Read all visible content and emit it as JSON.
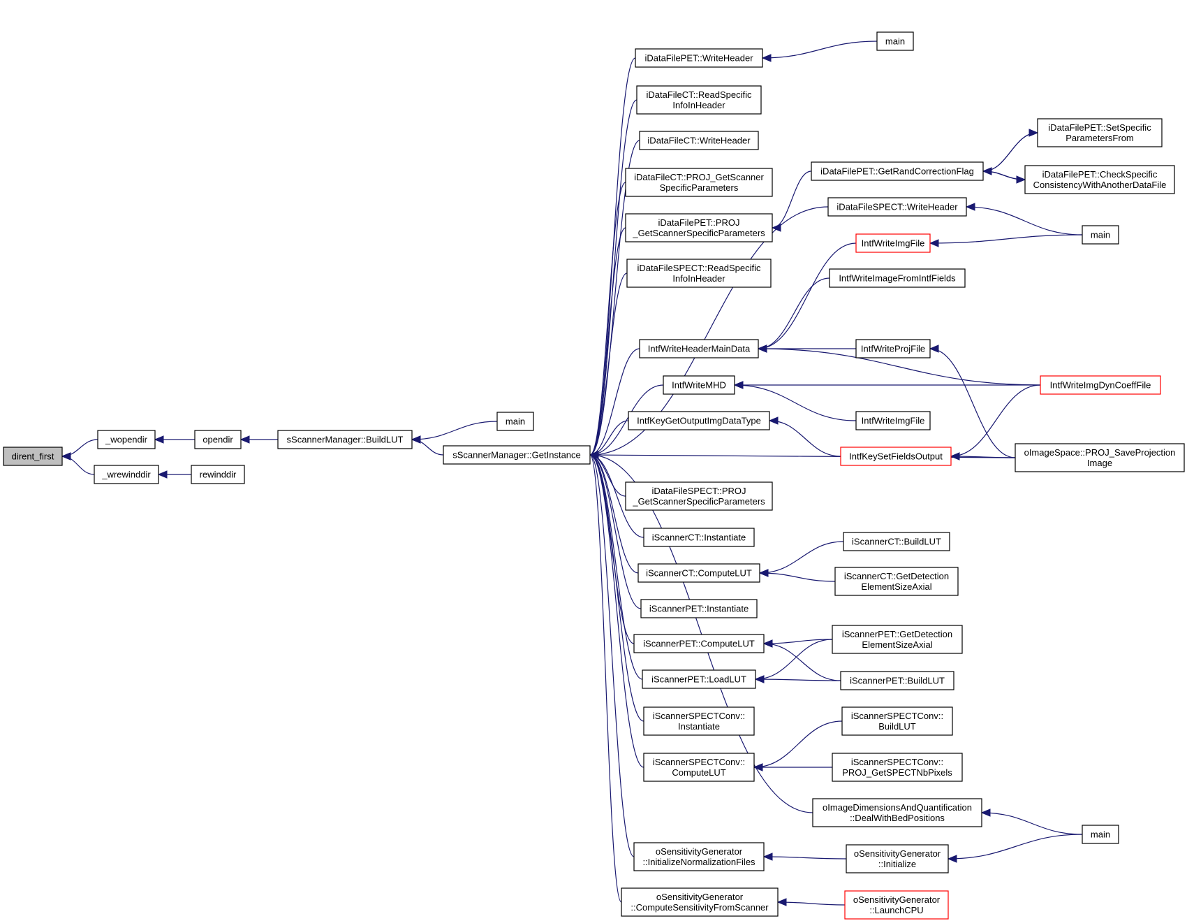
{
  "graph": {
    "colors": {
      "edge": "#191970",
      "node_border": "#000000",
      "truncated_border": "#ff0000",
      "root_fill": "#bfbfbf"
    },
    "nodes": [
      {
        "id": "dirent_first",
        "lines": [
          "dirent_first"
        ],
        "root": true
      },
      {
        "id": "wopendir",
        "lines": [
          "_wopendir"
        ]
      },
      {
        "id": "wrewinddir",
        "lines": [
          "_wrewinddir"
        ]
      },
      {
        "id": "opendir",
        "lines": [
          "opendir"
        ]
      },
      {
        "id": "rewinddir",
        "lines": [
          "rewinddir"
        ]
      },
      {
        "id": "buildlut",
        "lines": [
          "sScannerManager::BuildLUT"
        ]
      },
      {
        "id": "main_top",
        "lines": [
          "main"
        ]
      },
      {
        "id": "getinstance",
        "lines": [
          "sScannerManager::GetInstance"
        ]
      },
      {
        "id": "pet_writeheader",
        "lines": [
          "iDataFilePET::WriteHeader"
        ]
      },
      {
        "id": "main_a",
        "lines": [
          "main"
        ]
      },
      {
        "id": "ct_readspecific",
        "lines": [
          "iDataFileCT::ReadSpecific",
          "InfoInHeader"
        ]
      },
      {
        "id": "ct_writeheader",
        "lines": [
          "iDataFileCT::WriteHeader"
        ]
      },
      {
        "id": "ct_proj",
        "lines": [
          "iDataFileCT::PROJ_GetScanner",
          "SpecificParameters"
        ]
      },
      {
        "id": "pet_proj",
        "lines": [
          "iDataFilePET::PROJ",
          "_GetScannerSpecificParameters"
        ]
      },
      {
        "id": "spect_readspecific",
        "lines": [
          "iDataFileSPECT::ReadSpecific",
          "InfoInHeader"
        ]
      },
      {
        "id": "intf_writeheadermain",
        "lines": [
          "IntfWriteHeaderMainData"
        ]
      },
      {
        "id": "intf_writemhd",
        "lines": [
          "IntfWriteMHD"
        ]
      },
      {
        "id": "intf_keygetoutput",
        "lines": [
          "IntfKeyGetOutputImgDataType"
        ]
      },
      {
        "id": "spect_proj",
        "lines": [
          "iDataFileSPECT::PROJ",
          "_GetScannerSpecificParameters"
        ]
      },
      {
        "id": "ct_instantiate",
        "lines": [
          "iScannerCT::Instantiate"
        ]
      },
      {
        "id": "ct_computelut",
        "lines": [
          "iScannerCT::ComputeLUT"
        ]
      },
      {
        "id": "pet_instantiate",
        "lines": [
          "iScannerPET::Instantiate"
        ]
      },
      {
        "id": "pet_computelut",
        "lines": [
          "iScannerPET::ComputeLUT"
        ]
      },
      {
        "id": "pet_loadlut",
        "lines": [
          "iScannerPET::LoadLUT"
        ]
      },
      {
        "id": "spectconv_instantiate",
        "lines": [
          "iScannerSPECTConv::",
          "Instantiate"
        ]
      },
      {
        "id": "spectconv_computelut",
        "lines": [
          "iScannerSPECTConv::",
          "ComputeLUT"
        ]
      },
      {
        "id": "sens_initnorm",
        "lines": [
          "oSensitivityGenerator",
          "::InitializeNormalizationFiles"
        ]
      },
      {
        "id": "sens_computescanner",
        "lines": [
          "oSensitivityGenerator",
          "::ComputeSensitivityFromScanner"
        ]
      },
      {
        "id": "pet_getrand",
        "lines": [
          "iDataFilePET::GetRandCorrectionFlag"
        ]
      },
      {
        "id": "pet_setspecific",
        "lines": [
          "iDataFilePET::SetSpecific",
          "ParametersFrom"
        ]
      },
      {
        "id": "pet_checkspecific",
        "lines": [
          "iDataFilePET::CheckSpecific",
          "ConsistencyWithAnotherDataFile"
        ]
      },
      {
        "id": "spect_writeheader",
        "lines": [
          "iDataFileSPECT::WriteHeader"
        ]
      },
      {
        "id": "main_b",
        "lines": [
          "main"
        ]
      },
      {
        "id": "intf_writeimgfile_red",
        "lines": [
          "IntfWriteImgFile"
        ],
        "red": true
      },
      {
        "id": "intf_writeimagefromfields",
        "lines": [
          "IntfWriteImageFromIntfFields"
        ]
      },
      {
        "id": "intf_writeprojfile",
        "lines": [
          "IntfWriteProjFile"
        ]
      },
      {
        "id": "intf_writeimgdyncoeff",
        "lines": [
          "IntfWriteImgDynCoeffFile"
        ],
        "red": true
      },
      {
        "id": "intf_writeimgfile",
        "lines": [
          "IntfWriteImgFile"
        ]
      },
      {
        "id": "intf_keysetfields",
        "lines": [
          "IntfKeySetFieldsOutput"
        ],
        "red": true
      },
      {
        "id": "oimagespace_save",
        "lines": [
          "oImageSpace::PROJ_SaveProjection",
          "Image"
        ]
      },
      {
        "id": "ct_buildlut",
        "lines": [
          "iScannerCT::BuildLUT"
        ]
      },
      {
        "id": "ct_getdetection",
        "lines": [
          "iScannerCT::GetDetection",
          "ElementSizeAxial"
        ]
      },
      {
        "id": "pet_getdetection",
        "lines": [
          "iScannerPET::GetDetection",
          "ElementSizeAxial"
        ]
      },
      {
        "id": "pet_buildlut",
        "lines": [
          "iScannerPET::BuildLUT"
        ]
      },
      {
        "id": "spectconv_buildlut",
        "lines": [
          "iScannerSPECTConv::",
          "BuildLUT"
        ]
      },
      {
        "id": "spectconv_proj",
        "lines": [
          "iScannerSPECTConv::",
          "PROJ_GetSPECTNbPixels"
        ]
      },
      {
        "id": "oimagedim",
        "lines": [
          "oImageDimensionsAndQuantification",
          "::DealWithBedPositions"
        ]
      },
      {
        "id": "main_c",
        "lines": [
          "main"
        ]
      },
      {
        "id": "sens_initialize",
        "lines": [
          "oSensitivityGenerator",
          "::Initialize"
        ]
      },
      {
        "id": "sens_launchcpu",
        "lines": [
          "oSensitivityGenerator",
          "::LaunchCPU"
        ],
        "red": true
      }
    ],
    "edges": [
      [
        "wopendir",
        "dirent_first"
      ],
      [
        "wrewinddir",
        "dirent_first"
      ],
      [
        "opendir",
        "wopendir"
      ],
      [
        "rewinddir",
        "wrewinddir"
      ],
      [
        "buildlut",
        "opendir"
      ],
      [
        "main_top",
        "buildlut"
      ],
      [
        "getinstance",
        "buildlut"
      ],
      [
        "pet_writeheader",
        "getinstance"
      ],
      [
        "ct_readspecific",
        "getinstance"
      ],
      [
        "ct_writeheader",
        "getinstance"
      ],
      [
        "ct_proj",
        "getinstance"
      ],
      [
        "pet_proj",
        "getinstance"
      ],
      [
        "spect_readspecific",
        "getinstance"
      ],
      [
        "intf_writeheadermain",
        "getinstance"
      ],
      [
        "intf_writemhd",
        "getinstance"
      ],
      [
        "intf_keygetoutput",
        "getinstance"
      ],
      [
        "spect_proj",
        "getinstance"
      ],
      [
        "ct_instantiate",
        "getinstance"
      ],
      [
        "ct_computelut",
        "getinstance"
      ],
      [
        "pet_instantiate",
        "getinstance"
      ],
      [
        "pet_computelut",
        "getinstance"
      ],
      [
        "pet_loadlut",
        "getinstance"
      ],
      [
        "spectconv_instantiate",
        "getinstance"
      ],
      [
        "spectconv_computelut",
        "getinstance"
      ],
      [
        "sens_initnorm",
        "getinstance"
      ],
      [
        "sens_computescanner",
        "getinstance"
      ],
      [
        "spect_writeheader",
        "getinstance"
      ],
      [
        "oimagedim",
        "getinstance"
      ],
      [
        "oimagespace_save",
        "getinstance"
      ],
      [
        "main_a",
        "pet_writeheader"
      ],
      [
        "pet_getrand",
        "pet_proj"
      ],
      [
        "pet_setspecific",
        "pet_getrand"
      ],
      [
        "pet_checkspecific",
        "pet_getrand"
      ],
      [
        "pet_getrand",
        "pet_setspecific"
      ],
      [
        "pet_getrand",
        "pet_checkspecific"
      ],
      [
        "main_b",
        "spect_writeheader"
      ],
      [
        "main_b",
        "intf_writeimgfile_red"
      ],
      [
        "intf_writeimgfile_red",
        "intf_writeheadermain"
      ],
      [
        "intf_writeimagefromfields",
        "intf_writeheadermain"
      ],
      [
        "intf_writeprojfile",
        "intf_writeheadermain"
      ],
      [
        "intf_writeimgdyncoeff",
        "intf_writeheadermain"
      ],
      [
        "intf_writeimgdyncoeff",
        "intf_writemhd"
      ],
      [
        "intf_writeimgfile",
        "intf_writemhd"
      ],
      [
        "intf_keysetfields",
        "intf_keygetoutput"
      ],
      [
        "intf_writeimgdyncoeff",
        "intf_keysetfields"
      ],
      [
        "oimagespace_save",
        "intf_keysetfields"
      ],
      [
        "oimagespace_save",
        "intf_writeprojfile"
      ],
      [
        "ct_buildlut",
        "ct_computelut"
      ],
      [
        "ct_getdetection",
        "ct_computelut"
      ],
      [
        "pet_getdetection",
        "pet_computelut"
      ],
      [
        "pet_buildlut",
        "pet_computelut"
      ],
      [
        "pet_getdetection",
        "pet_loadlut"
      ],
      [
        "pet_buildlut",
        "pet_loadlut"
      ],
      [
        "spectconv_buildlut",
        "spectconv_computelut"
      ],
      [
        "spectconv_proj",
        "spectconv_computelut"
      ],
      [
        "main_c",
        "oimagedim"
      ],
      [
        "main_c",
        "sens_initialize"
      ],
      [
        "sens_initialize",
        "sens_initnorm"
      ],
      [
        "sens_launchcpu",
        "sens_computescanner"
      ]
    ]
  }
}
